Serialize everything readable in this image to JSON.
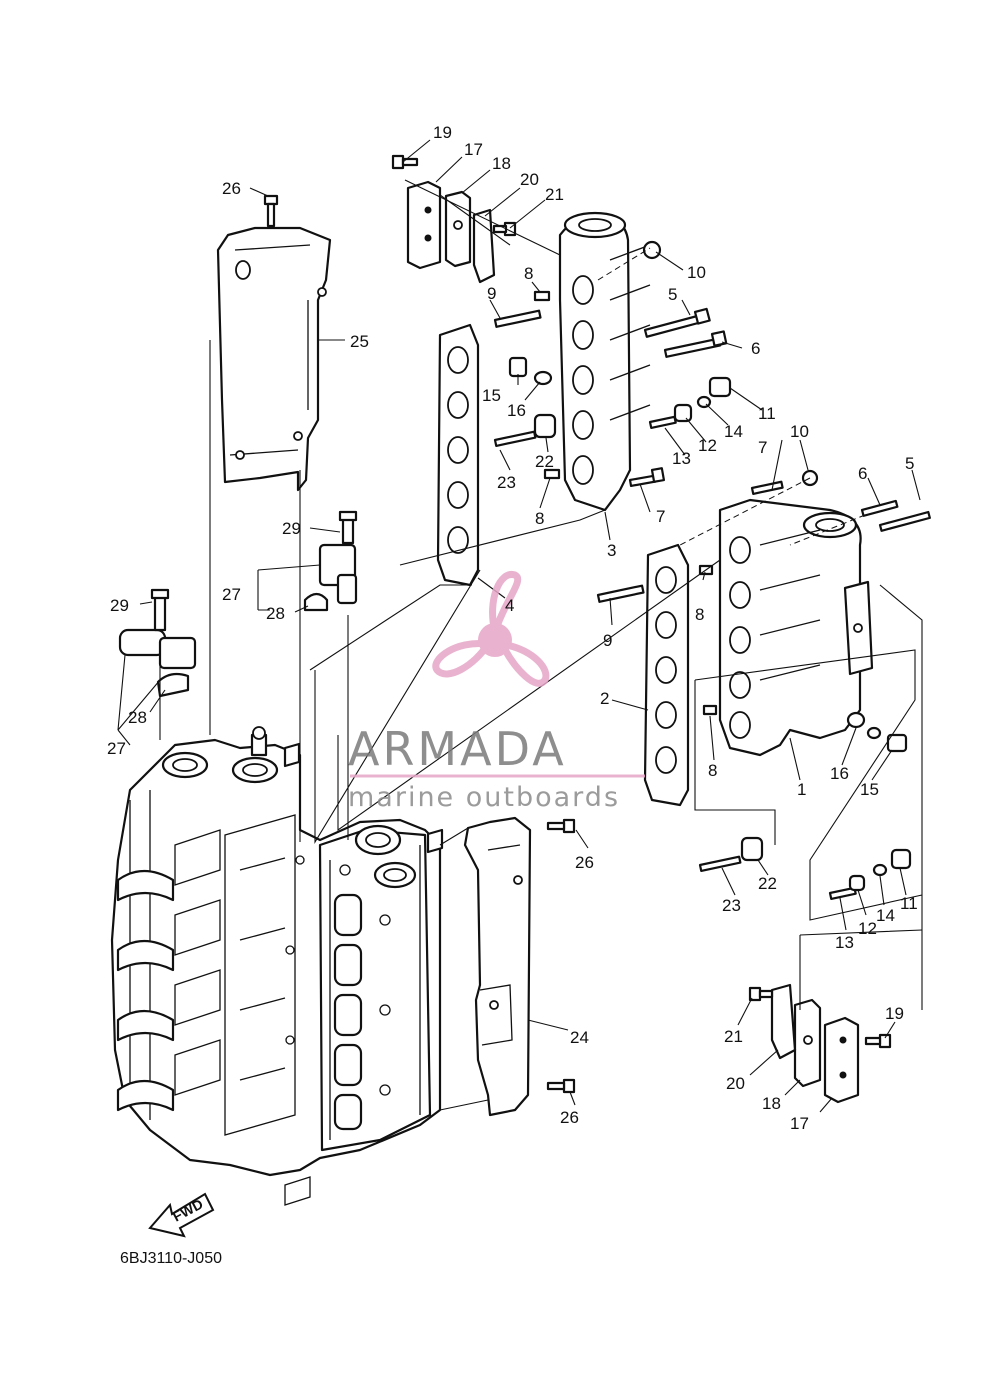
{
  "diagram": {
    "drawing_code": "6BJ3110-J050",
    "fwd_label": "FWD",
    "callouts": {
      "c1": "1",
      "c2": "2",
      "c3": "3",
      "c4": "4",
      "c5a": "5",
      "c5b": "5",
      "c6a": "6",
      "c6b": "6",
      "c7a": "7",
      "c7b": "7",
      "c8a": "8",
      "c8b": "8",
      "c8c": "8",
      "c8d": "8",
      "c9a": "9",
      "c9b": "9",
      "c10a": "10",
      "c10b": "10",
      "c11a": "11",
      "c11b": "11",
      "c12a": "12",
      "c12b": "12",
      "c13a": "13",
      "c13b": "13",
      "c14a": "14",
      "c14b": "14",
      "c15a": "15",
      "c15b": "15",
      "c16a": "16",
      "c16b": "16",
      "c17a": "17",
      "c17b": "17",
      "c18a": "18",
      "c18b": "18",
      "c19a": "19",
      "c19b": "19",
      "c20a": "20",
      "c20b": "20",
      "c21a": "21",
      "c21b": "21",
      "c22a": "22",
      "c22b": "22",
      "c23a": "23",
      "c23b": "23",
      "c24": "24",
      "c25": "25",
      "c26a": "26",
      "c26b": "26",
      "c26c": "26",
      "c27a": "27",
      "c27b": "27",
      "c28a": "28",
      "c28b": "28",
      "c29a": "29",
      "c29b": "29"
    }
  },
  "watermark": {
    "brand": "ARMADA",
    "tagline": "marine outboards",
    "color": "#e6a6c7"
  }
}
